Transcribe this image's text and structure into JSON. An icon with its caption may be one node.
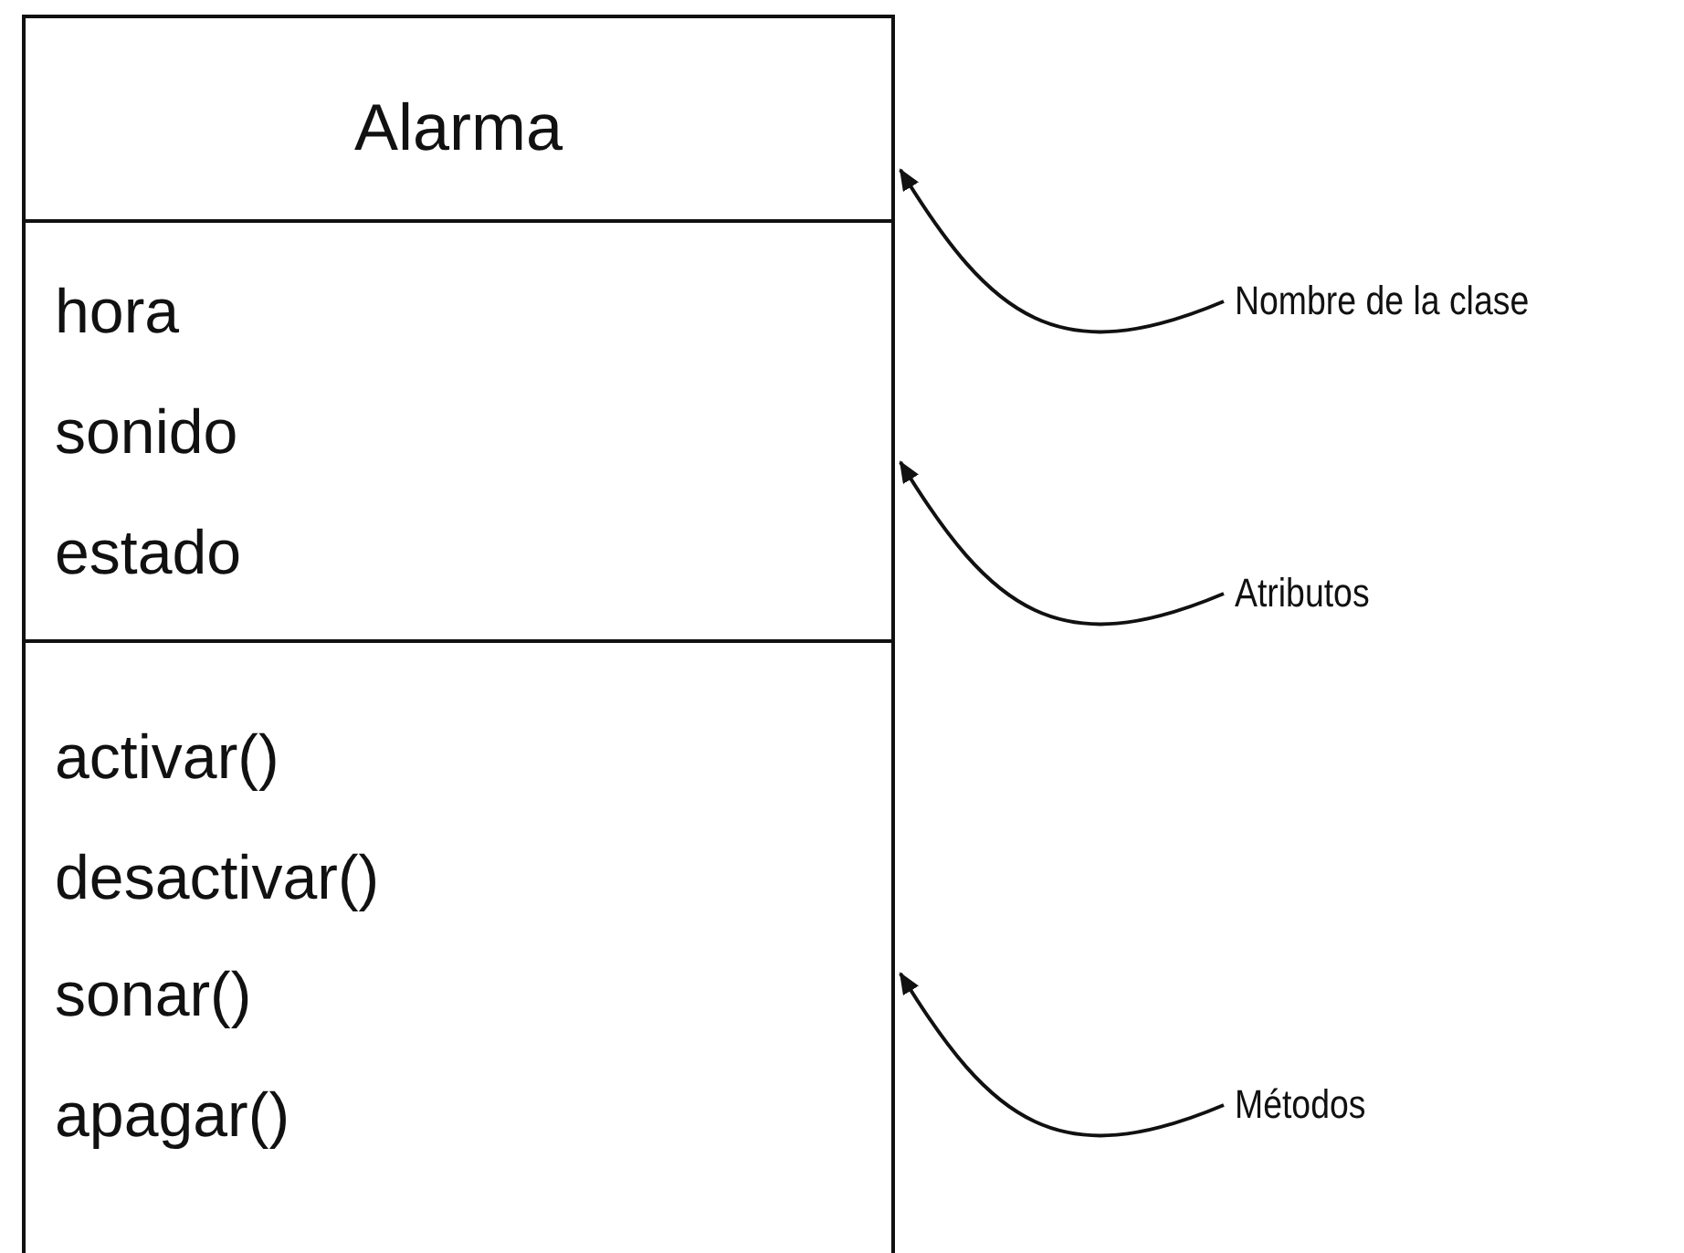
{
  "diagram": {
    "nodes": [
      {
        "text": [
          "Alarma"
        ]
      },
      {
        "text": [
          "hora",
          "sonido",
          "estado"
        ]
      },
      {
        "text": [
          "activar()",
          "desactivar()",
          "sonar()",
          "apagar()"
        ]
      },
      {
        "text": [
          "Nombre de la clase"
        ]
      },
      {
        "text": [
          "Atributos"
        ]
      },
      {
        "text": [
          "Métodos"
        ]
      }
    ],
    "edges": [
      {
        "from": 3,
        "to": 0,
        "arrow": "to"
      },
      {
        "from": 4,
        "to": 1,
        "arrow": "to"
      },
      {
        "from": 5,
        "to": 2,
        "arrow": "to"
      }
    ]
  }
}
